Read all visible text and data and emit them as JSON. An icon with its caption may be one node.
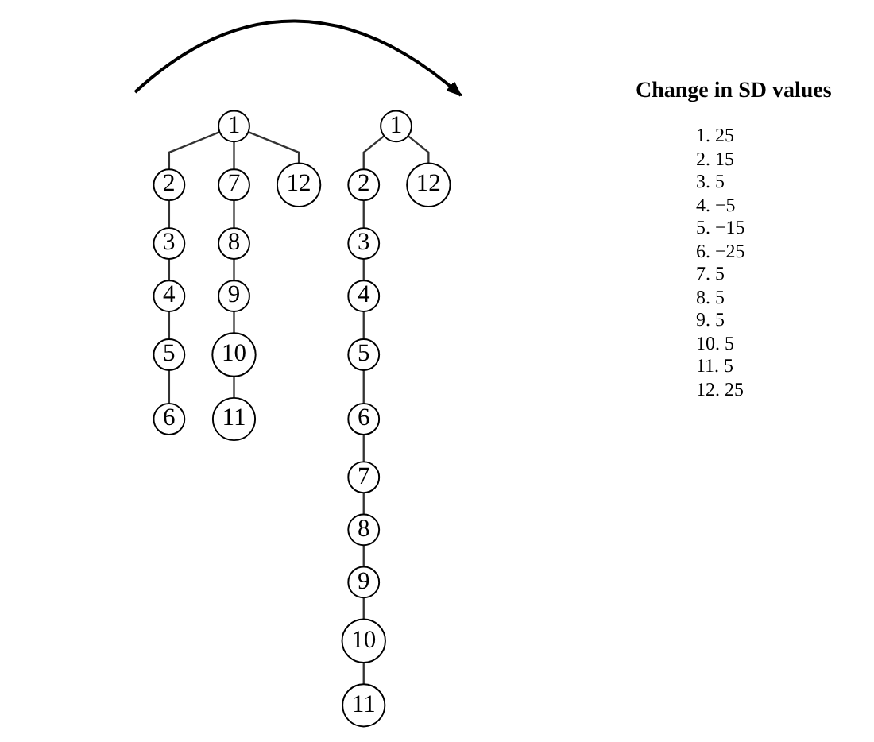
{
  "diagram": {
    "nodes": [
      {
        "text": [
          "1"
        ]
      },
      {
        "text": [
          "2"
        ]
      },
      {
        "text": [
          "3"
        ]
      },
      {
        "text": [
          "4"
        ]
      },
      {
        "text": [
          "5"
        ]
      },
      {
        "text": [
          "6"
        ]
      },
      {
        "text": [
          "7"
        ]
      },
      {
        "text": [
          "8"
        ]
      },
      {
        "text": [
          "9"
        ]
      },
      {
        "text": [
          "10"
        ]
      },
      {
        "text": [
          "11"
        ]
      },
      {
        "text": [
          "12"
        ]
      },
      {
        "text": [
          "1"
        ]
      },
      {
        "text": [
          "2"
        ]
      },
      {
        "text": [
          "3"
        ]
      },
      {
        "text": [
          "4"
        ]
      },
      {
        "text": [
          "5"
        ]
      },
      {
        "text": [
          "6"
        ]
      },
      {
        "text": [
          "7"
        ]
      },
      {
        "text": [
          "8"
        ]
      },
      {
        "text": [
          "9"
        ]
      },
      {
        "text": [
          "10"
        ]
      },
      {
        "text": [
          "11"
        ]
      },
      {
        "text": [
          "12"
        ]
      }
    ],
    "edges": [
      {
        "from": 0,
        "to": 1,
        "arrow": "none"
      },
      {
        "from": 0,
        "to": 6,
        "arrow": "none"
      },
      {
        "from": 0,
        "to": 11,
        "arrow": "none"
      },
      {
        "from": 1,
        "to": 2,
        "arrow": "none"
      },
      {
        "from": 2,
        "to": 3,
        "arrow": "none"
      },
      {
        "from": 3,
        "to": 4,
        "arrow": "none"
      },
      {
        "from": 4,
        "to": 5,
        "arrow": "none"
      },
      {
        "from": 6,
        "to": 7,
        "arrow": "none"
      },
      {
        "from": 7,
        "to": 8,
        "arrow": "none"
      },
      {
        "from": 8,
        "to": 9,
        "arrow": "none"
      },
      {
        "from": 9,
        "to": 10,
        "arrow": "none"
      },
      {
        "from": 12,
        "to": 13,
        "arrow": "none"
      },
      {
        "from": 12,
        "to": 23,
        "arrow": "none"
      },
      {
        "from": 13,
        "to": 14,
        "arrow": "none"
      },
      {
        "from": 14,
        "to": 15,
        "arrow": "none"
      },
      {
        "from": 15,
        "to": 16,
        "arrow": "none"
      },
      {
        "from": 16,
        "to": 17,
        "arrow": "none"
      },
      {
        "from": 17,
        "to": 18,
        "arrow": "none"
      },
      {
        "from": 18,
        "to": 19,
        "arrow": "none"
      },
      {
        "from": 19,
        "to": 20,
        "arrow": "none"
      },
      {
        "from": 20,
        "to": 21,
        "arrow": "none"
      },
      {
        "from": 21,
        "to": 22,
        "arrow": "none"
      }
    ],
    "labels": [
      "Change in SD values",
      "1. 25",
      "2. 15",
      "3. 5",
      "4. −5",
      "5. −15",
      "6. −25",
      "7. 5",
      "8. 5",
      "9. 5",
      "10. 5",
      "11. 5",
      "12. 25"
    ]
  }
}
